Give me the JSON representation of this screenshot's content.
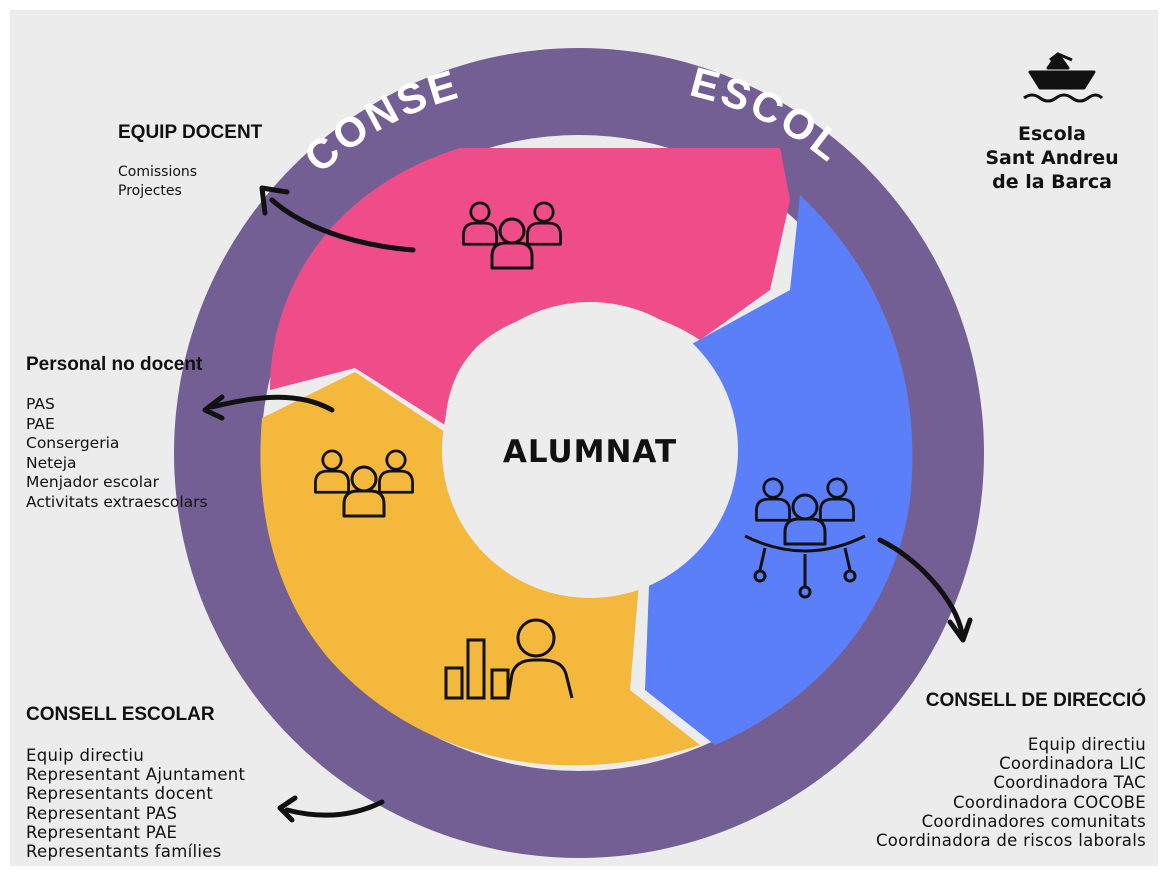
{
  "title": "",
  "center_label": "ALUMNAT",
  "ring_label_left": "CONSELL",
  "ring_label_right": "ESCOLAR",
  "colors": {
    "ring": "#735f94",
    "background": "#ececec",
    "pink": "#ef4d89",
    "yellow": "#f4b83d",
    "blue": "#5b7ff8"
  },
  "school": {
    "line1": "Escola",
    "line2": "Sant Andreu",
    "line3": "de la Barca",
    "logo_icon": "paper-boat-icon"
  },
  "groups": [
    {
      "id": "equip-docent",
      "heading": "EQUIP DOCENT",
      "items": [
        "Comissions",
        "Projectes"
      ],
      "segment_color": "pink",
      "icon": "team-group-icon"
    },
    {
      "id": "personal-no-docent",
      "heading": "Personal no docent",
      "items": [
        "PAS",
        "PAE",
        "Consergeria",
        "Neteja",
        "Menjador escolar",
        "Activitats extraescolars"
      ],
      "segment_color": "yellow",
      "icon": "team-group-icon"
    },
    {
      "id": "consell-escolar",
      "heading": "CONSELL ESCOLAR",
      "items": [
        "Equip directiu",
        "Representant Ajuntament",
        "Representants docent",
        "Representant PAS",
        "Representant PAE",
        "Representants famílies"
      ],
      "segment_color": "yellow",
      "icon": "person-bar-chart-icon"
    },
    {
      "id": "consell-direccio",
      "heading": "CONSELL DE DIRECCIÓ",
      "items": [
        "Equip directiu",
        "Coordinadora LIC",
        "Coordinadora TAC",
        "Coordinadora COCOBE",
        "Coordinadores comunitats",
        "Coordinadora de riscos laborals"
      ],
      "segment_color": "blue",
      "icon": "team-network-icon"
    }
  ]
}
